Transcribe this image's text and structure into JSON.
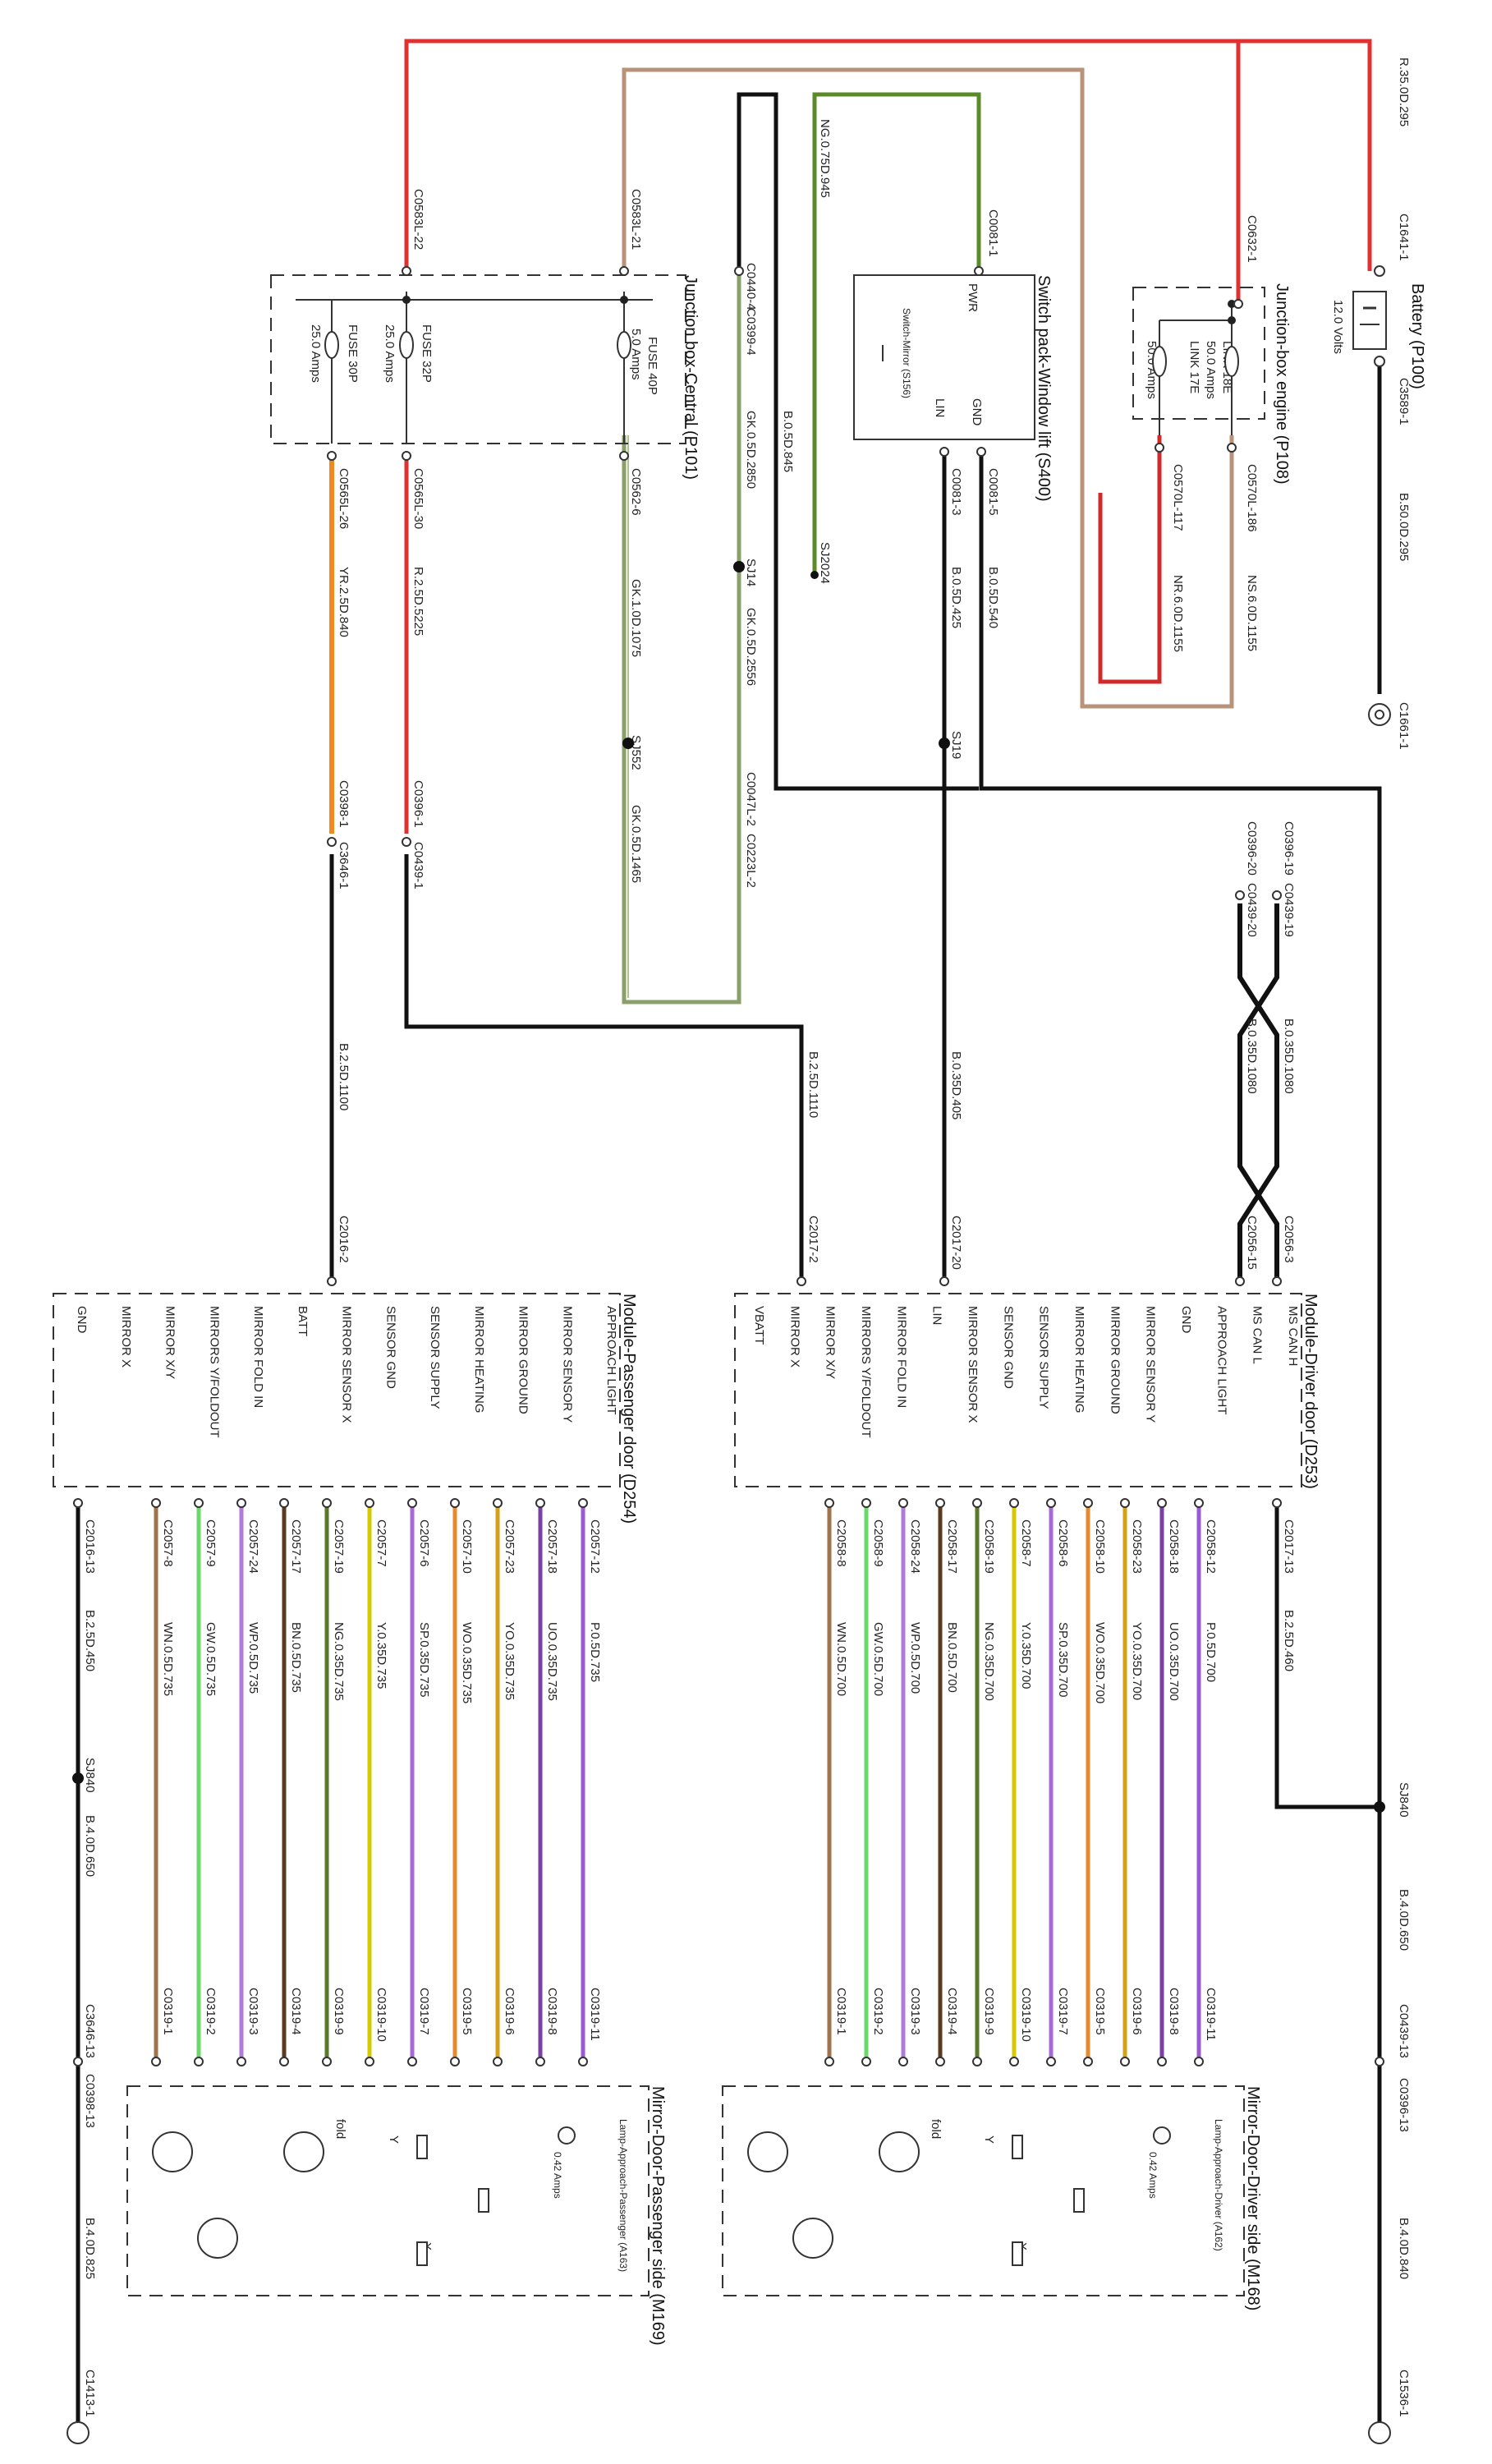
{
  "components": {
    "battery": {
      "title": "Battery (P100)",
      "rating": "12.0 Volts"
    },
    "jb_engine": {
      "title": "Junction-box engine (P108)",
      "link18e": "LINK 18E",
      "link18e_rating": "50.0 Amps",
      "link17e": "LINK 17E",
      "link17e_rating": "50.0 Amps"
    },
    "jb_central": {
      "title": "Junction box-Central (P101)",
      "fuse40p": "FUSE 40P",
      "fuse40p_rating": "5.0 Amps",
      "fuse32p": "FUSE 32P",
      "fuse32p_rating": "25.0 Amps",
      "fuse30p": "FUSE 30P",
      "fuse30p_rating": "25.0 Amps"
    },
    "switch_pack": {
      "title": "Switch pack-Window lift (S400)",
      "inner": "Switch-Mirror (S156)",
      "pin_pwr": "PWR",
      "pin_lin": "LIN",
      "pin_gnd": "GND"
    },
    "module_driver": {
      "title": "Module-Driver door (D253)"
    },
    "module_pass": {
      "title": "Module-Passenger door (D254)"
    },
    "mirror_driver": {
      "title": "Mirror-Door-Driver side (M168)",
      "lamp": "Lamp-Approach-Driver (A162)",
      "lamp_rating": "0.42 Amps",
      "fold": "fold",
      "x": "X",
      "y": "Y"
    },
    "mirror_pass": {
      "title": "Mirror-Door-Passenger side (M169)",
      "lamp": "Lamp-Approach-Passenger (A163)",
      "lamp_rating": "0.42 Amps",
      "fold": "fold",
      "x": "X",
      "y": "Y"
    }
  },
  "module_pins": {
    "driver": [
      "MS CAN H",
      "MS CAN L",
      "APPROACH LIGHT",
      "GND",
      "MIRROR SENSOR Y",
      "MIRROR GROUND",
      "MIRROR HEATING",
      "SENSOR SUPPLY",
      "SENSOR GND",
      "MIRROR SENSOR X",
      "LIN",
      "MIRROR FOLD IN",
      "MIRRORS Y/FOLDOUT",
      "MIRROR X/Y",
      "MIRROR X",
      "VBATT"
    ],
    "passenger": [
      "APPROACH LIGHT",
      "MIRROR SENSOR Y",
      "MIRROR GROUND",
      "MIRROR HEATING",
      "SENSOR SUPPLY",
      "SENSOR GND",
      "MIRROR SENSOR X",
      "BATT",
      "MIRROR FOLD IN",
      "MIRRORS Y/FOLDOUT",
      "MIRROR X/Y",
      "MIRROR X",
      "GND"
    ]
  },
  "top_labels": {
    "bat_top_wire": "R.35.0D.295",
    "c1641": "C1641-1",
    "c3589": "C3589-1",
    "b50": "B.50.0D.295",
    "c1661": "C1661-1",
    "c0632": "C0632-1",
    "c0570l186": "C0570L-186",
    "c0570l117": "C0570L-117",
    "ns6": "NS.6.0D.1155",
    "nr6": "NR.6.0D.1155",
    "c0583l22": "C0583L-22",
    "c0583l21": "C0583L-21",
    "c0440": "C0440-4",
    "c0399": "C0399-4",
    "ng075": "NG.0.75D.945",
    "c0081_1": "C0081-1",
    "c0081_5": "C0081-5",
    "c0081_3": "C0081-3",
    "b05_540": "B.0.5D.540",
    "b05_425": "B.0.5D.425",
    "sj19": "SJ19",
    "b05_845": "B.0.5D.845",
    "sj2024": "SJ2024",
    "gk05_2850": "GK.0.5D.2850",
    "sj14": "SJ14",
    "gk05_2556": "GK.0.5D.2556",
    "c0562": "C0562-6",
    "gk10": "GK.1.0D.1075",
    "sj552": "SJ552",
    "gk05_1465": "GK.0.5D.1465",
    "c0047l": "C0047L-2",
    "c0223l": "C0223L-2",
    "c0565l30": "C0565L-30",
    "r25": "R.2.5D.5225",
    "c0565l26": "C0565L-26",
    "yr25": "YR.2.5D.840",
    "c0396_1": "C0396-1",
    "c0439_1": "C0439-1",
    "c0398_1": "C0398-1",
    "c3646_1": "C3646-1",
    "b25_1100": "B.2.5D.1100",
    "b25_1110": "B.2.5D.1110",
    "b035_405": "B.0.35D.405",
    "c2016_2": "C2016-2",
    "c2017_2": "C2017-2",
    "c2017_20": "C2017-20",
    "c0396_19": "C0396-19",
    "c0439_19": "C0439-19",
    "c0396_20": "C0396-20",
    "c0439_20": "C0439-20",
    "b035_1080a": "B.0.35D.1080",
    "b035_1080b": "B.0.35D.1080",
    "c2056_3": "C2056-3",
    "c2056_15": "C2056-15"
  },
  "bottom_labels": {
    "c2017_13": "C2017-13",
    "b25_460": "B.2.5D.460",
    "sj840r": "SJ840",
    "b40_650r": "B.4.0D.650",
    "c0439_13": "C0439-13",
    "c0396_13": "C0396-13",
    "b40_840": "B.4.0D.840",
    "c1536": "C1536-1",
    "c2016_13": "C2016-13",
    "b25_450": "B.2.5D.450",
    "sj840l": "SJ840",
    "b40_650l": "B.4.0D.650",
    "c3646_13": "C3646-13",
    "c0398_13": "C0398-13",
    "b40_825": "B.4.0D.825",
    "c1413": "C1413-1"
  },
  "driver_wires": [
    {
      "c1": "C2058-12",
      "w": "P.0.5D.700",
      "c2": "C0319-11",
      "color": "#9b59d6"
    },
    {
      "c1": "C2058-18",
      "w": "UO.0.35D.700",
      "c2": "C0319-8",
      "color": "#7b3fa8"
    },
    {
      "c1": "C2058-23",
      "w": "YO.0.35D.700",
      "c2": "C0319-6",
      "color": "#d4a017"
    },
    {
      "c1": "C2058-10",
      "w": "WO.0.35D.700",
      "c2": "C0319-5",
      "color": "#e58a2e"
    },
    {
      "c1": "C2058-6",
      "w": "SP.0.35D.700",
      "c2": "C0319-7",
      "color": "#a768d8"
    },
    {
      "c1": "C2058-7",
      "w": "Y.0.35D.700",
      "c2": "C0319-10",
      "color": "#d8c800"
    },
    {
      "c1": "C2058-19",
      "w": "NG.0.35D.700",
      "c2": "C0319-9",
      "color": "#5a7a2a"
    },
    {
      "c1": "C2058-17",
      "w": "BN.0.5D.700",
      "c2": "C0319-4",
      "color": "#5b3a20"
    },
    {
      "c1": "C2058-24",
      "w": "WP.0.5D.700",
      "c2": "C0319-3",
      "color": "#b07ad8"
    },
    {
      "c1": "C2058-9",
      "w": "GW.0.5D.700",
      "c2": "C0319-2",
      "color": "#6ad86a"
    },
    {
      "c1": "C2058-8",
      "w": "WN.0.5D.700",
      "c2": "C0319-1",
      "color": "#a0734a"
    }
  ],
  "pass_wires": [
    {
      "c1": "C2057-12",
      "w": "P.0.5D.735",
      "c2": "C0319-11",
      "color": "#9b59d6"
    },
    {
      "c1": "C2057-18",
      "w": "UO.0.35D.735",
      "c2": "C0319-8",
      "color": "#7b3fa8"
    },
    {
      "c1": "C2057-23",
      "w": "YO.0.35D.735",
      "c2": "C0319-6",
      "color": "#d4a017"
    },
    {
      "c1": "C2057-10",
      "w": "WO.0.35D.735",
      "c2": "C0319-5",
      "color": "#e58a2e"
    },
    {
      "c1": "C2057-6",
      "w": "SP.0.35D.735",
      "c2": "C0319-7",
      "color": "#a768d8"
    },
    {
      "c1": "C2057-7",
      "w": "Y.0.35D.735",
      "c2": "C0319-10",
      "color": "#d8c800"
    },
    {
      "c1": "C2057-19",
      "w": "NG.0.35D.735",
      "c2": "C0319-9",
      "color": "#5a7a2a"
    },
    {
      "c1": "C2057-17",
      "w": "BN.0.5D.735",
      "c2": "C0319-4",
      "color": "#5b3a20"
    },
    {
      "c1": "C2057-24",
      "w": "WP.0.5D.735",
      "c2": "C0319-3",
      "color": "#b07ad8"
    },
    {
      "c1": "C2057-9",
      "w": "GW.0.5D.735",
      "c2": "C0319-2",
      "color": "#6ad86a"
    },
    {
      "c1": "C2057-8",
      "w": "WN.0.5D.735",
      "c2": "C0319-1",
      "color": "#a0734a"
    }
  ]
}
